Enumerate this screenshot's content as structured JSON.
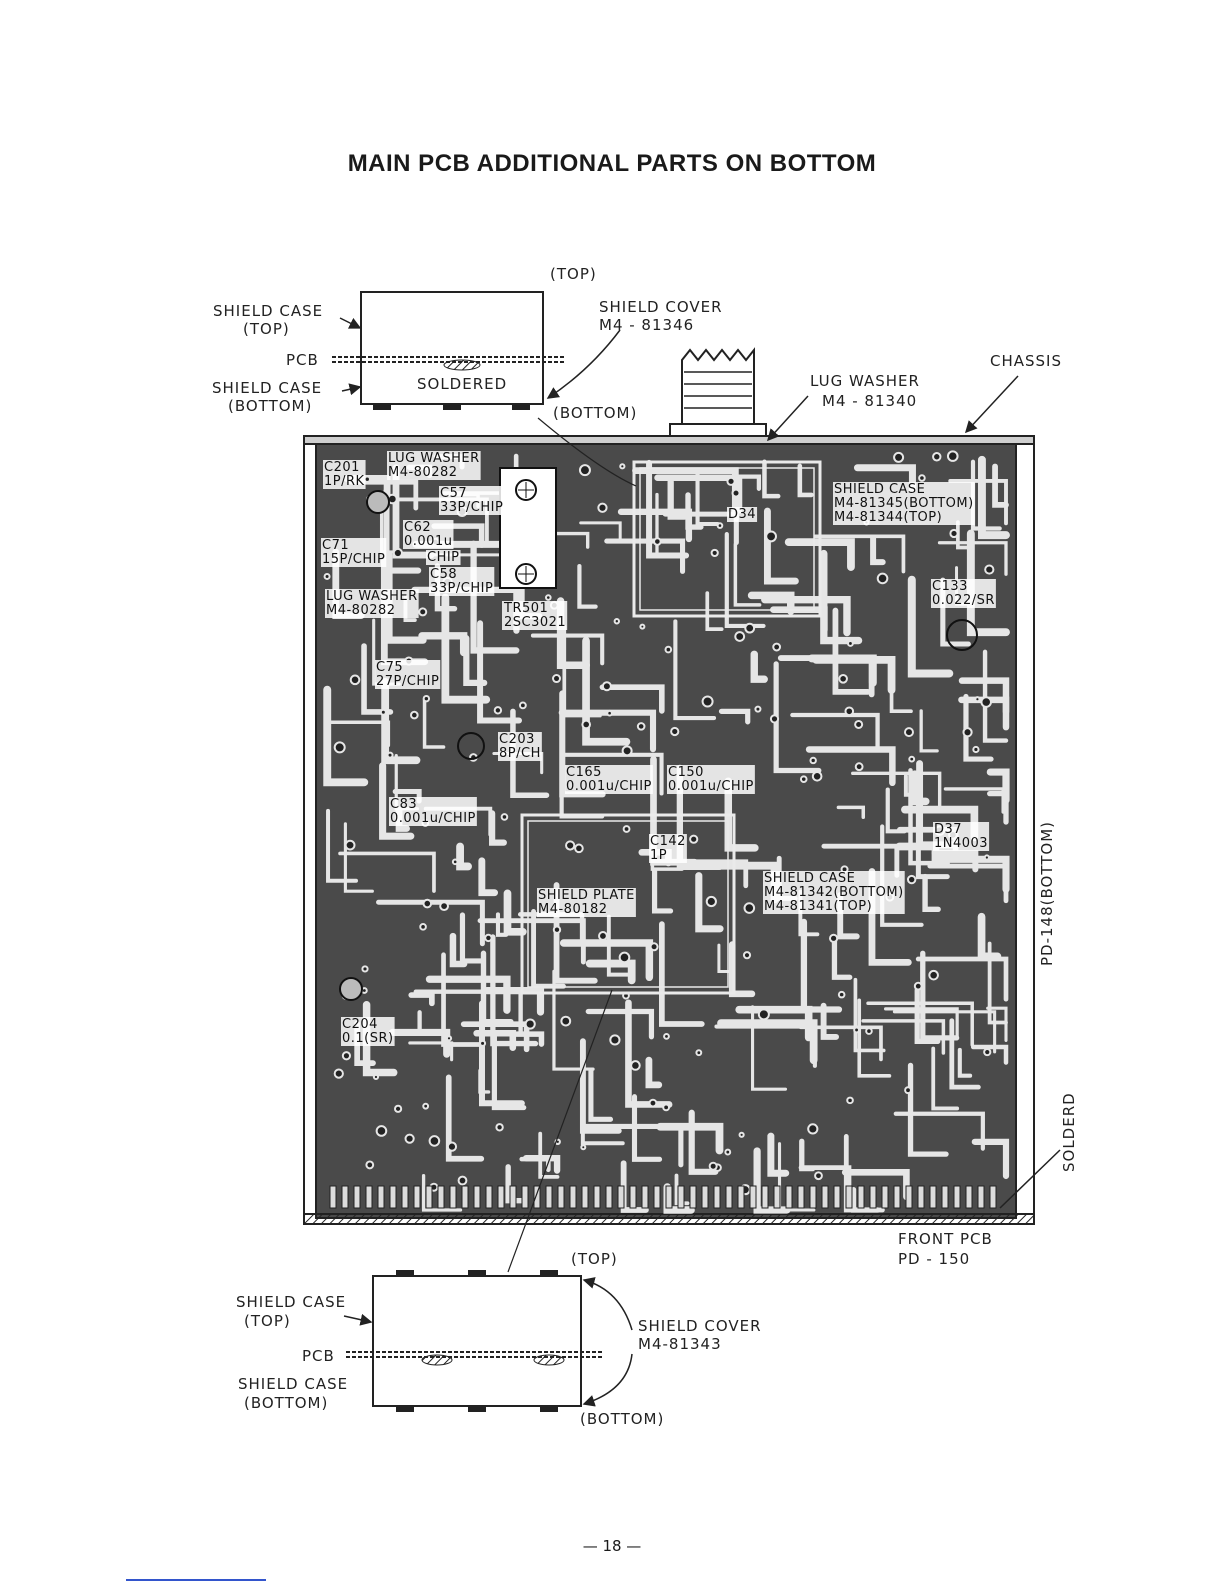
{
  "title": "MAIN PCB ADDITIONAL PARTS ON BOTTOM",
  "top_inset": {
    "top_label": "(TOP)",
    "shield_case_top": [
      "SHIELD CASE",
      "(TOP)"
    ],
    "pcb": "PCB",
    "shield_case_bottom": [
      "SHIELD CASE",
      "(BOTTOM)"
    ],
    "soldered": "SOLDERED",
    "shield_cover": [
      "SHIELD COVER",
      "M4 - 81346"
    ],
    "bottom_label": "(BOTTOM)"
  },
  "board_labels": {
    "lug_washer_top": [
      "LUG WASHER",
      "M4 - 81340"
    ],
    "chassis": "CHASSIS",
    "pd148": "PD-148(BOTTOM)",
    "solderd": "SOLDERD",
    "front_pcb": [
      "FRONT PCB",
      "PD - 150"
    ]
  },
  "parts": [
    {
      "id": "c201",
      "lines": [
        "C201",
        "1P/RK"
      ]
    },
    {
      "id": "lug1",
      "lines": [
        "LUG WASHER",
        "M4-80282"
      ]
    },
    {
      "id": "c57",
      "lines": [
        "C57",
        "33P/CHIP"
      ]
    },
    {
      "id": "c62",
      "lines": [
        "C62",
        "0.001u"
      ]
    },
    {
      "id": "c71",
      "lines": [
        "C71",
        "15P/CHIP"
      ]
    },
    {
      "id": "chip",
      "lines": [
        "CHIP"
      ]
    },
    {
      "id": "c58",
      "lines": [
        "C58",
        "33P/CHIP"
      ]
    },
    {
      "id": "lug2",
      "lines": [
        "LUG WASHER",
        "M4-80282"
      ]
    },
    {
      "id": "tr501",
      "lines": [
        "TR501",
        "2SC3021"
      ]
    },
    {
      "id": "d34",
      "lines": [
        "D34"
      ]
    },
    {
      "id": "sc1",
      "lines": [
        "SHIELD CASE",
        "M4-81345(BOTTOM)",
        "M4-81344(TOP)"
      ]
    },
    {
      "id": "c133",
      "lines": [
        "C133",
        "0.022/SR"
      ]
    },
    {
      "id": "c75",
      "lines": [
        "C75",
        "27P/CHIP"
      ]
    },
    {
      "id": "c203",
      "lines": [
        "C203",
        "8P/CH"
      ]
    },
    {
      "id": "c165",
      "lines": [
        "C165",
        "0.001u/CHIP"
      ]
    },
    {
      "id": "c150",
      "lines": [
        "C150",
        "0.001u/CHIP"
      ]
    },
    {
      "id": "c83",
      "lines": [
        "C83",
        "0.001u/CHIP"
      ]
    },
    {
      "id": "c142",
      "lines": [
        "C142",
        "1P"
      ]
    },
    {
      "id": "d37",
      "lines": [
        "D37",
        "1N4003"
      ]
    },
    {
      "id": "plate",
      "lines": [
        "SHIELD PLATE",
        "M4-80182"
      ]
    },
    {
      "id": "sc2",
      "lines": [
        "SHIELD CASE",
        "M4-81342(BOTTOM)",
        "M4-81341(TOP)"
      ]
    },
    {
      "id": "c204",
      "lines": [
        "C204",
        "0.1(SR)"
      ]
    }
  ],
  "bottom_inset": {
    "top_label": "(TOP)",
    "shield_case_top": [
      "SHIELD CASE",
      "(TOP)"
    ],
    "pcb": "PCB",
    "shield_case_bottom": [
      "SHIELD CASE",
      "(BOTTOM)"
    ],
    "shield_cover": [
      "SHIELD COVER",
      "M4-81343"
    ],
    "bottom_label": "(BOTTOM)"
  },
  "page_number": "— 18 —"
}
